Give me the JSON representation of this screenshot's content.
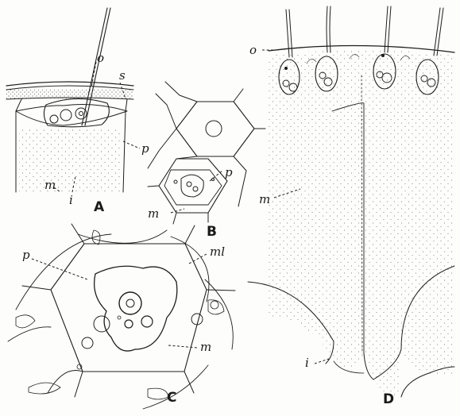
{
  "panels": {
    "A": {
      "label": "A",
      "callouts": {
        "o": "o",
        "s": "s",
        "p": "p",
        "m": "m",
        "i": "i"
      }
    },
    "B": {
      "label": "B",
      "callouts": {
        "p": "p",
        "m": "m"
      }
    },
    "C": {
      "label": "C",
      "callouts": {
        "p": "p",
        "ml": "ml",
        "m": "m"
      }
    },
    "D": {
      "label": "D",
      "callouts": {
        "o": "o",
        "m": "m",
        "i": "i"
      }
    }
  },
  "colors": {
    "ink": "#1e1e1e",
    "paper": "#fdfdfb",
    "stipple": "#3a3a3a"
  }
}
